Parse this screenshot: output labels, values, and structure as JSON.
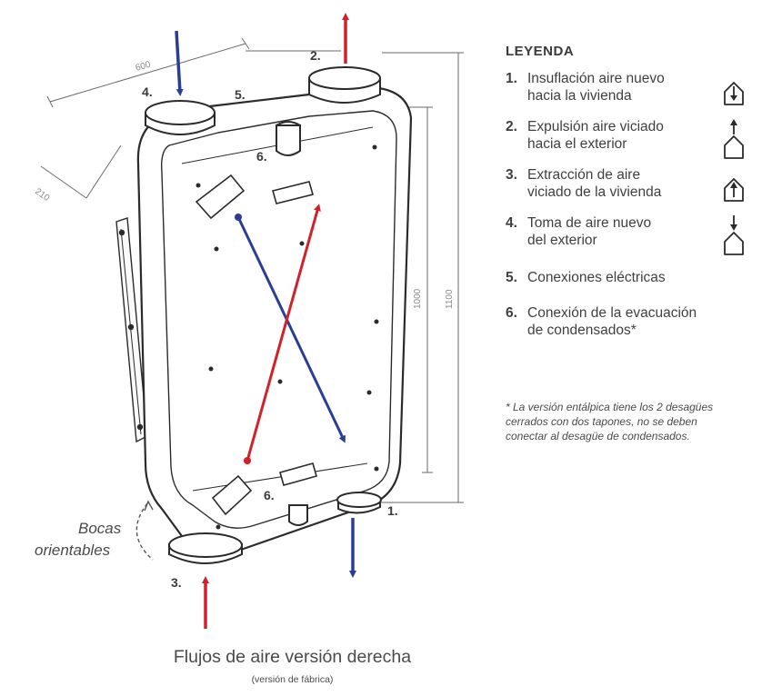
{
  "diagram": {
    "dimensions": {
      "width": "600",
      "depth": "210",
      "height_inner": "1000",
      "height_outer": "1100"
    },
    "port_labels": {
      "p1": "1.",
      "p2": "2.",
      "p3": "3.",
      "p4": "4.",
      "p5": "5.",
      "p6_top": "6.",
      "p6_bottom": "6."
    },
    "bocas_line1": "Bocas",
    "bocas_line2": "orientables",
    "colors": {
      "supply_blue": "#2a3f94",
      "extract_red": "#d1222b",
      "outline": "#2b2b2b"
    }
  },
  "legend": {
    "title": "LEYENDA",
    "items": [
      {
        "num": "1.",
        "line1": "Insuflación aire nuevo",
        "line2": "hacia la vivienda",
        "icon": "house-arrow-down-icon"
      },
      {
        "num": "2.",
        "line1": "Expulsión aire viciado",
        "line2": "hacia el exterior",
        "icon": "house-arrow-up-out-icon"
      },
      {
        "num": "3.",
        "line1": "Extracción de aire",
        "line2": "viciado de la vivienda",
        "icon": "house-arrow-up-icon"
      },
      {
        "num": "4.",
        "line1": "Toma de aire nuevo",
        "line2": "del exterior",
        "icon": "house-arrow-down-in-icon"
      },
      {
        "num": "5.",
        "line1": "Conexiones eléctricas",
        "line2": ""
      },
      {
        "num": "6.",
        "line1": "Conexión de la evacuación",
        "line2": "de condensados*"
      }
    ],
    "footnote": "* La versión entálpica tiene los 2 desagües cerrados con dos tapones, no se deben conectar al desagüe de condensados."
  },
  "caption": {
    "title": "Flujos de aire versión derecha",
    "subtitle": "(versión de fábrica)"
  }
}
